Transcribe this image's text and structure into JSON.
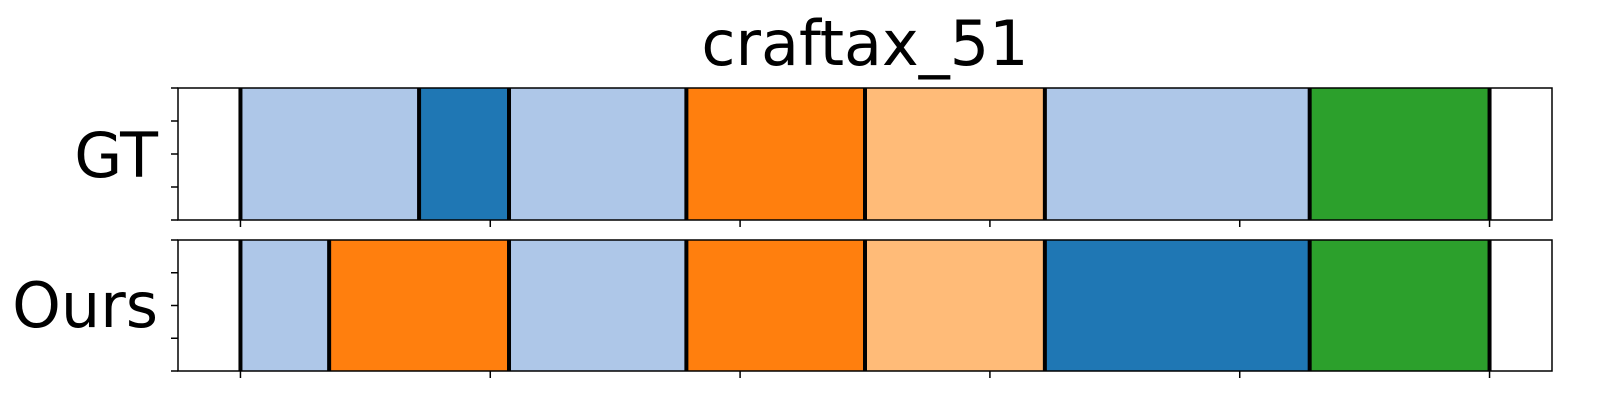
{
  "chart_data": {
    "type": "segmentation-timeline",
    "title": "craftax_51",
    "x_range": [
      0,
      1100
    ],
    "x_ticks": [
      50,
      250,
      450,
      650,
      850,
      1050
    ],
    "colors": {
      "light_blue": "#aec7e8",
      "dark_blue": "#1f77b4",
      "orange": "#ff7f0e",
      "light_orange": "#ffbb78",
      "green": "#2ca02c"
    },
    "rows": [
      {
        "label": "GT",
        "segments": [
          {
            "start": 50,
            "end": 193,
            "color": "light_blue"
          },
          {
            "start": 193,
            "end": 265,
            "color": "dark_blue"
          },
          {
            "start": 265,
            "end": 407,
            "color": "light_blue"
          },
          {
            "start": 407,
            "end": 550,
            "color": "orange"
          },
          {
            "start": 550,
            "end": 694,
            "color": "light_orange"
          },
          {
            "start": 694,
            "end": 906,
            "color": "light_blue"
          },
          {
            "start": 906,
            "end": 1050,
            "color": "green"
          }
        ]
      },
      {
        "label": "Ours",
        "segments": [
          {
            "start": 50,
            "end": 121,
            "color": "light_blue"
          },
          {
            "start": 121,
            "end": 265,
            "color": "orange"
          },
          {
            "start": 265,
            "end": 407,
            "color": "light_blue"
          },
          {
            "start": 407,
            "end": 550,
            "color": "orange"
          },
          {
            "start": 550,
            "end": 694,
            "color": "light_orange"
          },
          {
            "start": 694,
            "end": 906,
            "color": "dark_blue"
          },
          {
            "start": 906,
            "end": 1050,
            "color": "green"
          }
        ]
      }
    ]
  }
}
